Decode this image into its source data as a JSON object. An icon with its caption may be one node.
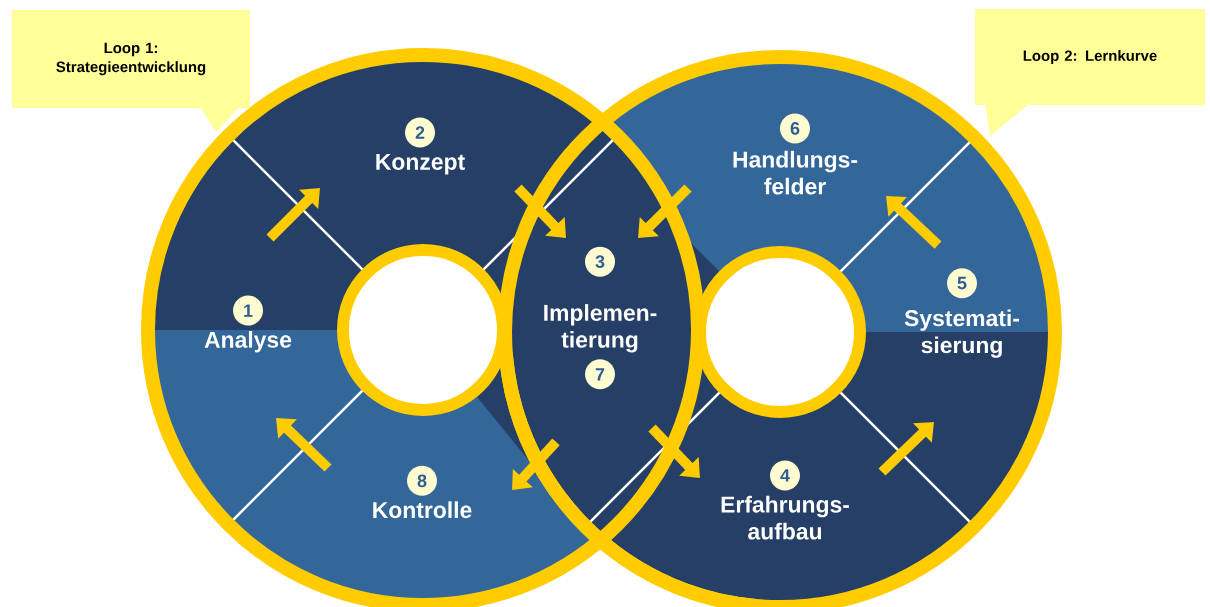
{
  "diagram": {
    "nodes": [
      {
        "text": [
          "Loop 1: Strategieentwicklung"
        ]
      },
      {
        "text": [
          "Loop 2: Lernkurve"
        ]
      },
      {
        "text": [
          "1",
          "Analyse"
        ]
      },
      {
        "text": [
          "2",
          "Konzept"
        ]
      },
      {
        "text": [
          "3",
          "Implemen- tierung",
          "7"
        ]
      },
      {
        "text": [
          "6",
          "Handlungs- felder"
        ]
      },
      {
        "text": [
          "5",
          "Systemati- sierung"
        ]
      },
      {
        "text": [
          "4",
          "Erfahrungs- aufbau"
        ]
      },
      {
        "text": [
          "8",
          "Kontrolle"
        ]
      }
    ],
    "edges": [
      {
        "from": 2,
        "to": 3,
        "arrow": "to"
      },
      {
        "from": 3,
        "to": 4,
        "arrow": "to"
      },
      {
        "from": 5,
        "to": 4,
        "arrow": "to"
      },
      {
        "from": 6,
        "to": 5,
        "arrow": "to"
      },
      {
        "from": 7,
        "to": 6,
        "arrow": "to"
      },
      {
        "from": 4,
        "to": 7,
        "arrow": "to"
      },
      {
        "from": 4,
        "to": 8,
        "arrow": "to"
      },
      {
        "from": 8,
        "to": 2,
        "arrow": "to"
      }
    ]
  }
}
